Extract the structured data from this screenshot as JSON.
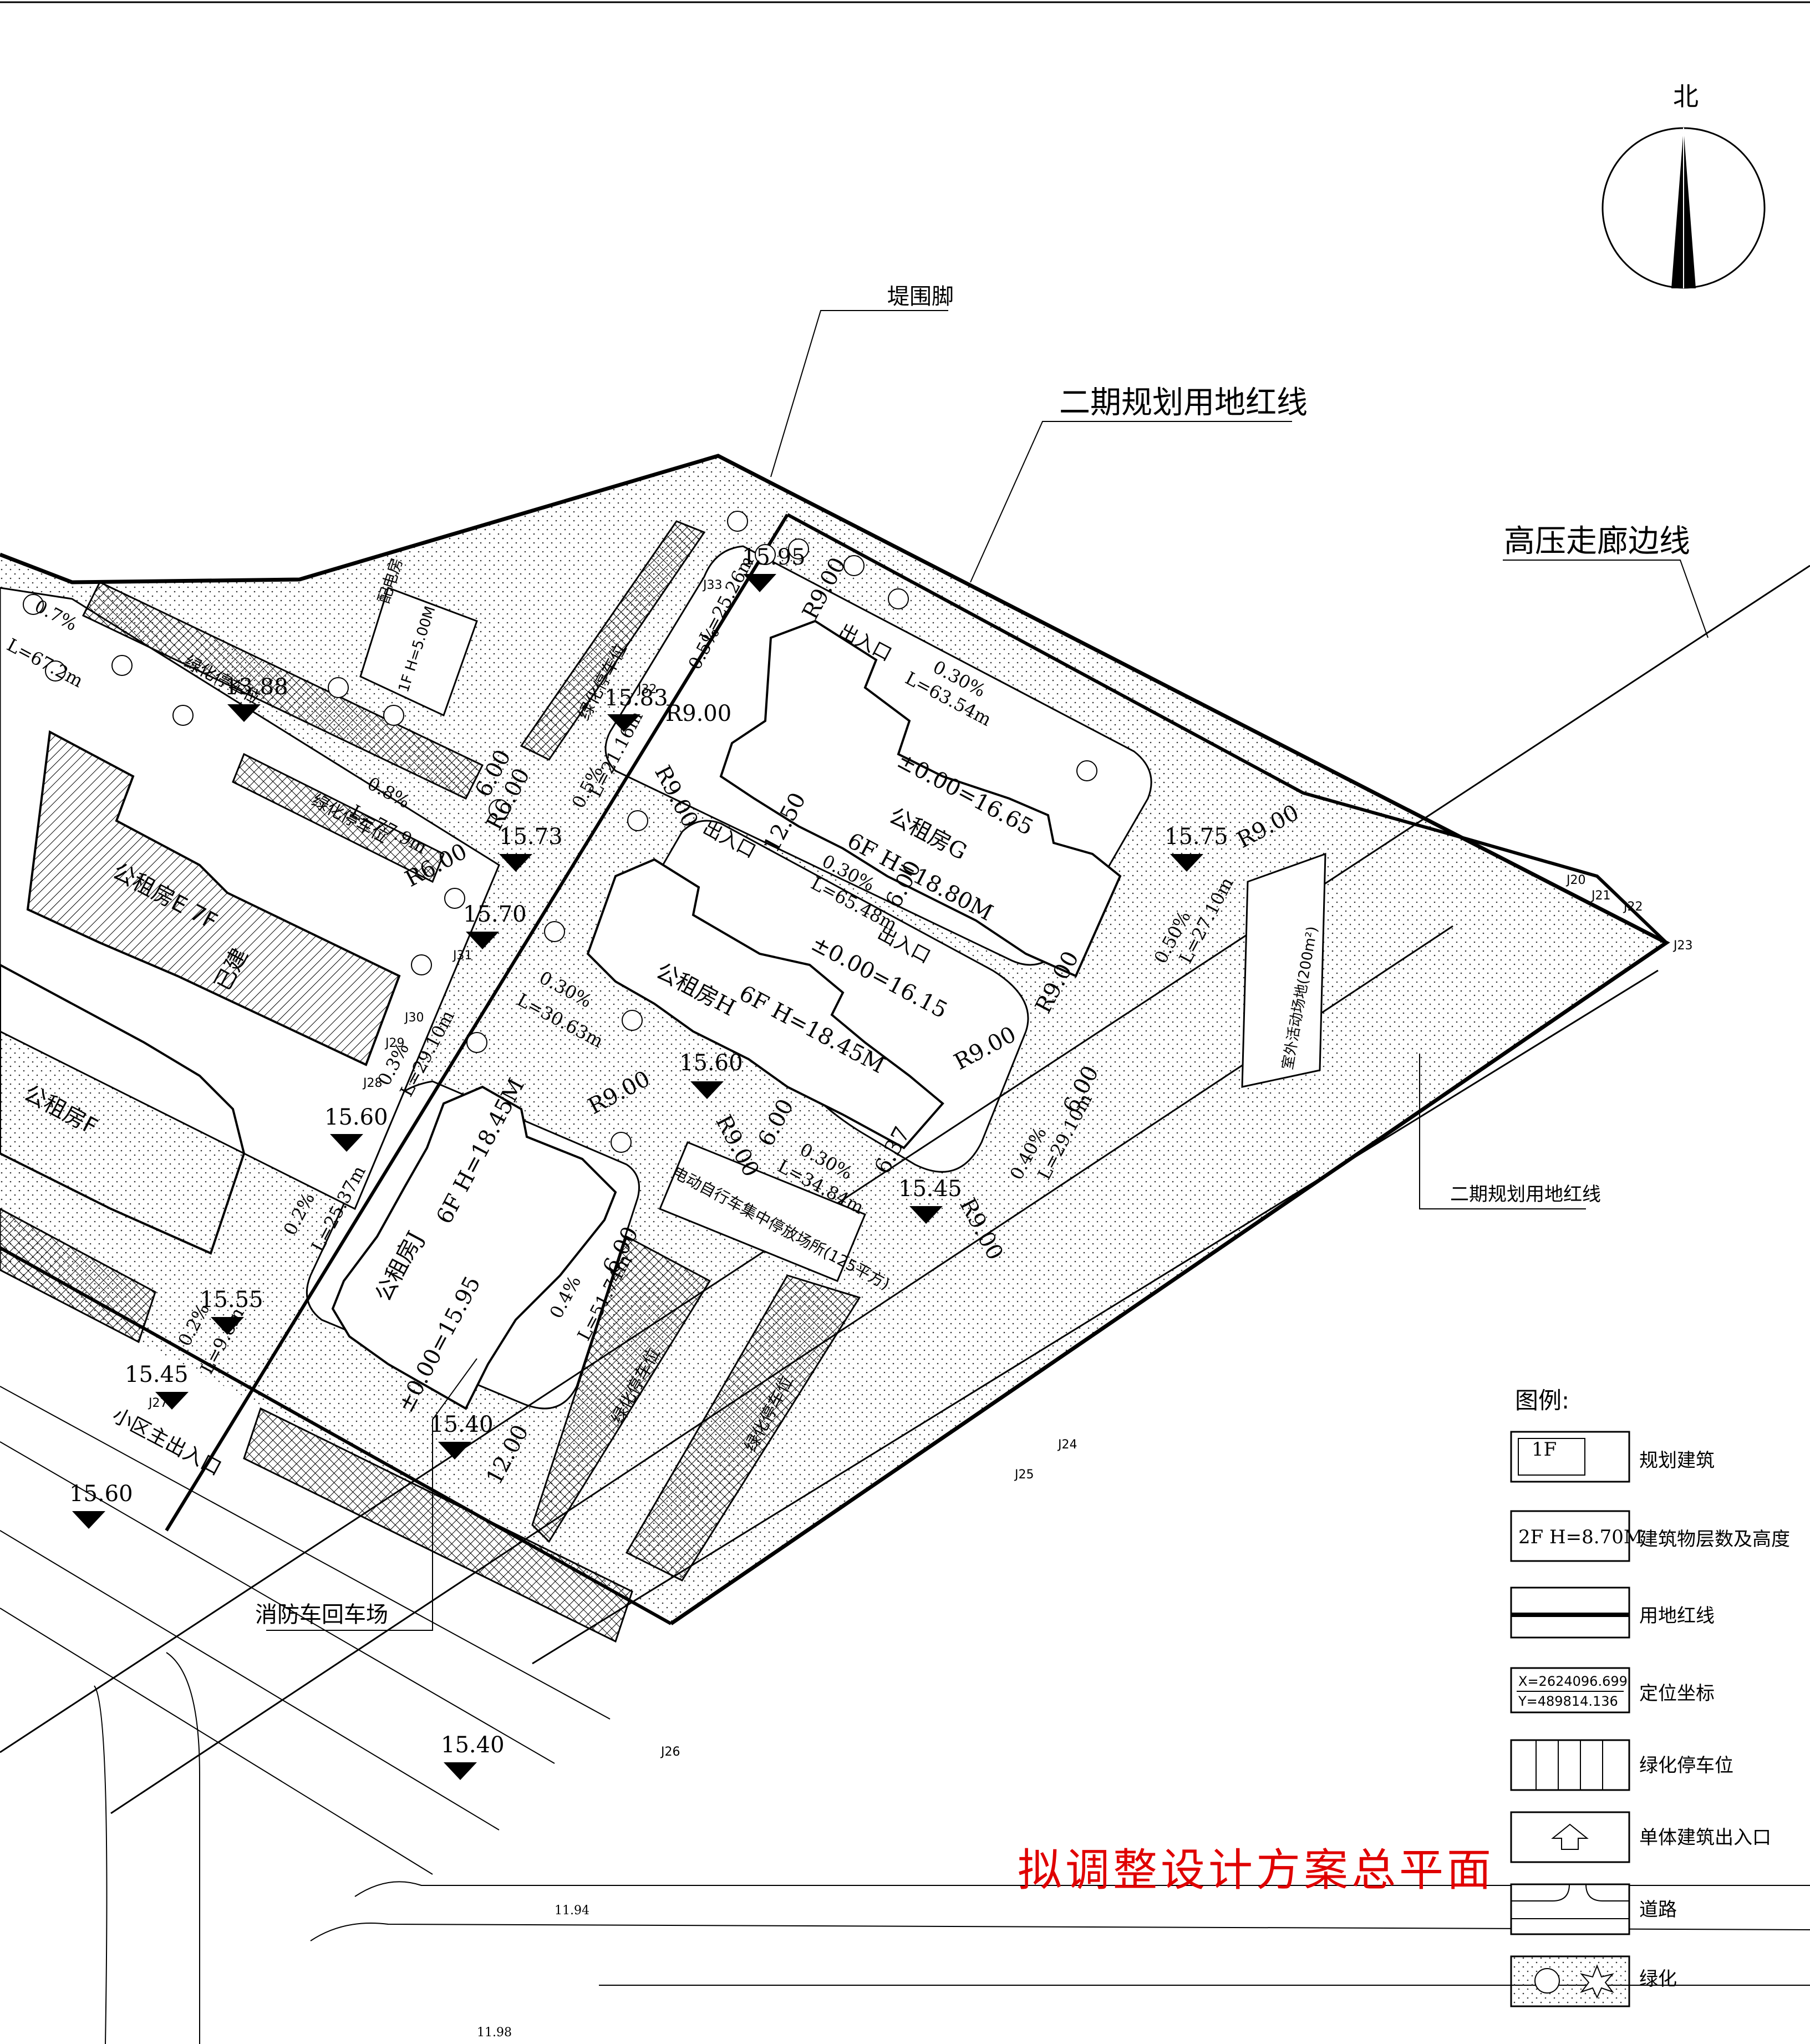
{
  "compass": {
    "north_label": "北"
  },
  "callouts": {
    "dike_foot": "堤围脚",
    "phase2_redline": "二期规划用地红线",
    "hv_corridor": "高压走廊边线",
    "phase2_redline_small": "二期规划用地红线",
    "fire_turnaround": "消防车回车场",
    "main_entrance": "小区主出入口"
  },
  "buildings": {
    "g": {
      "name": "公租房G",
      "floors_height": "6F  H=18.80M",
      "elevation": "±0.00=16.65"
    },
    "h": {
      "name": "公租房H",
      "floors_height": "6F  H=18.45M",
      "elevation": "±0.00=16.15"
    },
    "j": {
      "name": "公租房J",
      "floors_height": "6F  H=18.45M",
      "elevation": "±0.00=15.95"
    },
    "e": {
      "name": "公租房E  7F",
      "status": "已建"
    },
    "f": {
      "name": "公租房F"
    },
    "substation": {
      "name": "配电房",
      "floors_height": "1F  H=5.00M"
    },
    "ebike": {
      "name": "电动自行车集中停放场所(125平方)"
    },
    "sports": {
      "name": "室外活动场地(200m²)"
    }
  },
  "entrances": [
    "出入口",
    "出入口",
    "出入口"
  ],
  "spot_elevations": [
    "15.95",
    "15.83",
    "15.73",
    "15.70",
    "15.75",
    "15.60",
    "15.60",
    "15.45",
    "15.55",
    "15.45",
    "15.40",
    "15.60",
    "15.40",
    "13.88"
  ],
  "radii": [
    "R9.00",
    "R9.00",
    "R9.00",
    "R9.00",
    "R9.00",
    "R9.00",
    "R9.00",
    "R9.00",
    "R6.00",
    "R6.00",
    "R9.00"
  ],
  "slopes": [
    {
      "pct": "0.30%",
      "len": "L=63.54m"
    },
    {
      "pct": "0.30%",
      "len": "L=65.48m"
    },
    {
      "pct": "0.30%",
      "len": "L=30.63m"
    },
    {
      "pct": "0.30%",
      "len": "L=34.84m"
    },
    {
      "pct": "0.5%",
      "len": "L=25.26m"
    },
    {
      "pct": "0.5%",
      "len": "L=21.16m"
    },
    {
      "pct": "0.50%",
      "len": "L=27.10m"
    },
    {
      "pct": "0.40%",
      "len": "L=29.10m"
    },
    {
      "pct": "0.2%",
      "len": "L=25.37m"
    },
    {
      "pct": "0.4%",
      "len": "L=51.74m"
    },
    {
      "pct": "0.3%",
      "len": "L=29.10m"
    },
    {
      "pct": "0.7%",
      "len": "L=67.2m"
    },
    {
      "pct": "0.8%",
      "len": "L=77.9m"
    },
    {
      "pct": "0.2%",
      "len": "L=9.8m"
    }
  ],
  "widths": [
    "6.00",
    "12.50",
    "6.00",
    "6.00",
    "6.00",
    "6.00",
    "12.00",
    "6.37"
  ],
  "parking_labels": [
    "绿化停车位",
    "绿化停车位",
    "绿化停车位",
    "绿化停车位",
    "绿化停车位"
  ],
  "road_elevations": [
    "11.94",
    "11.98"
  ],
  "control_points": [
    "J20",
    "J21",
    "J22",
    "J23",
    "J24",
    "J25",
    "J26",
    "J27",
    "J28",
    "J29",
    "J30",
    "J31",
    "J32",
    "J33"
  ],
  "title": "拟调整设计方案总平面",
  "legend": {
    "heading": "图例:",
    "items": [
      {
        "sample": "1F",
        "label": "规划建筑"
      },
      {
        "sample": "2F  H=8.70M",
        "label": "建筑物层数及高度"
      },
      {
        "sample": "",
        "label": "用地红线"
      },
      {
        "sample": "X=2624096.699",
        "sample2": "Y=489814.136",
        "label": "定位坐标"
      },
      {
        "sample": "",
        "label": "绿化停车位"
      },
      {
        "sample": "",
        "label": "单体建筑出入口"
      },
      {
        "sample": "",
        "label": "道路"
      },
      {
        "sample": "",
        "label": "绿化"
      }
    ]
  },
  "colors": {
    "title": "#e00000",
    "ink": "#000000"
  }
}
